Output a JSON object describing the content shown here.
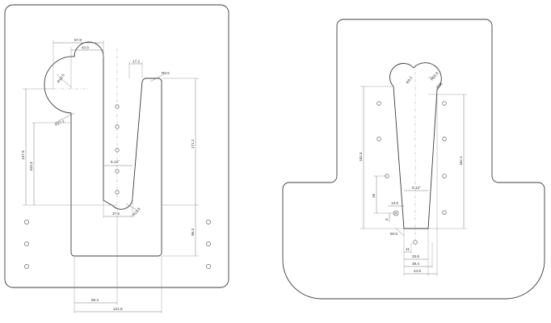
{
  "left_view": {
    "dims": {
      "top_width_outer": "67.8",
      "top_width_inner": "43.8",
      "slot_top_width": "17.2",
      "radius_top_right": "R6.5",
      "radius_lobe": "R16.5",
      "radius_neck": "R27.1",
      "height_left_outer": "137.9",
      "height_left_inner": "103.3",
      "angle_slot": "8.13°",
      "slot_bottom_width": "37.5",
      "radius_slot_bottom": "R12.5",
      "height_right_upper": "171.2",
      "height_right_lower": "96.3",
      "width_bottom_inner": "59.4",
      "width_bottom_outer": "121.8"
    }
  },
  "right_view": {
    "dims": {
      "radius_left_top": "R9.2",
      "radius_right_top": "R15.5",
      "radius_right_small": "R22",
      "height_left": "181.5",
      "height_right": "162.1",
      "angle_slot": "8.13°",
      "hole_height": "26",
      "hole_offset": "13.5",
      "small_dim": "5",
      "slot_bottom": "50.8",
      "bottom_small": "11",
      "bottom_w1": "33.5",
      "bottom_w2": "38.4",
      "bottom_w3": "44.8"
    }
  }
}
